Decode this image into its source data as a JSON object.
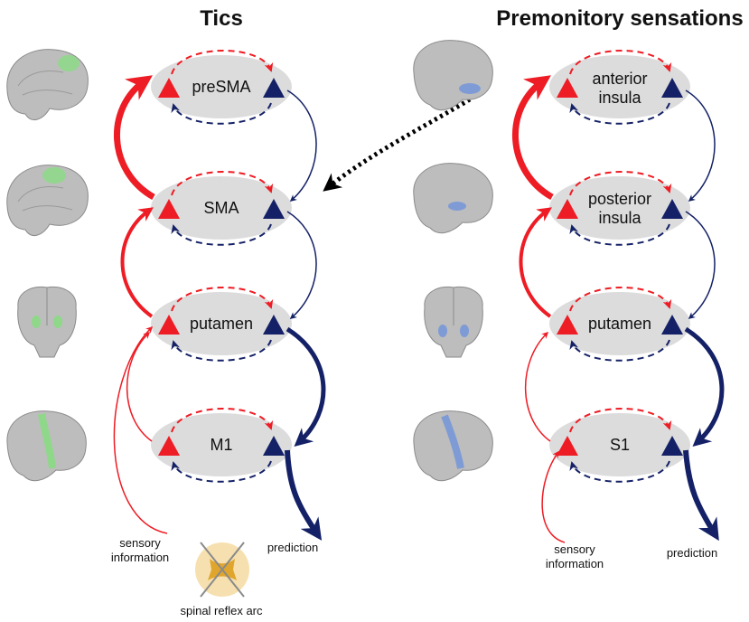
{
  "titles": {
    "left": "Tics",
    "right": "Premonitory sensations"
  },
  "left_column": {
    "nodes": [
      "preSMA",
      "SMA",
      "putamen",
      "M1"
    ],
    "labels": {
      "sensory_line1": "sensory",
      "sensory_line2": "information",
      "prediction": "prediction",
      "spinal": "spinal reflex arc"
    }
  },
  "right_column": {
    "nodes": [
      {
        "line1": "anterior",
        "line2": "insula"
      },
      {
        "line1": "posterior",
        "line2": "insula"
      },
      {
        "line1": "putamen",
        "line2": ""
      },
      {
        "line1": "S1",
        "line2": ""
      }
    ],
    "labels": {
      "sensory_line1": "sensory",
      "sensory_line2": "information",
      "prediction": "prediction"
    }
  },
  "colors": {
    "red": "#ee1c24",
    "navy": "#142166",
    "node_fill": "#dcdcdc",
    "green_highlight": "#8fd88a",
    "blue_highlight": "#7f9bd6",
    "spinal": "#e8b84a"
  },
  "icons": {
    "brain_images": [
      "sagittal-brain-icon",
      "sagittal-brain-icon",
      "coronal-brain-icon",
      "lateral-brain-icon"
    ],
    "spinal": "spinal-cord-icon"
  }
}
